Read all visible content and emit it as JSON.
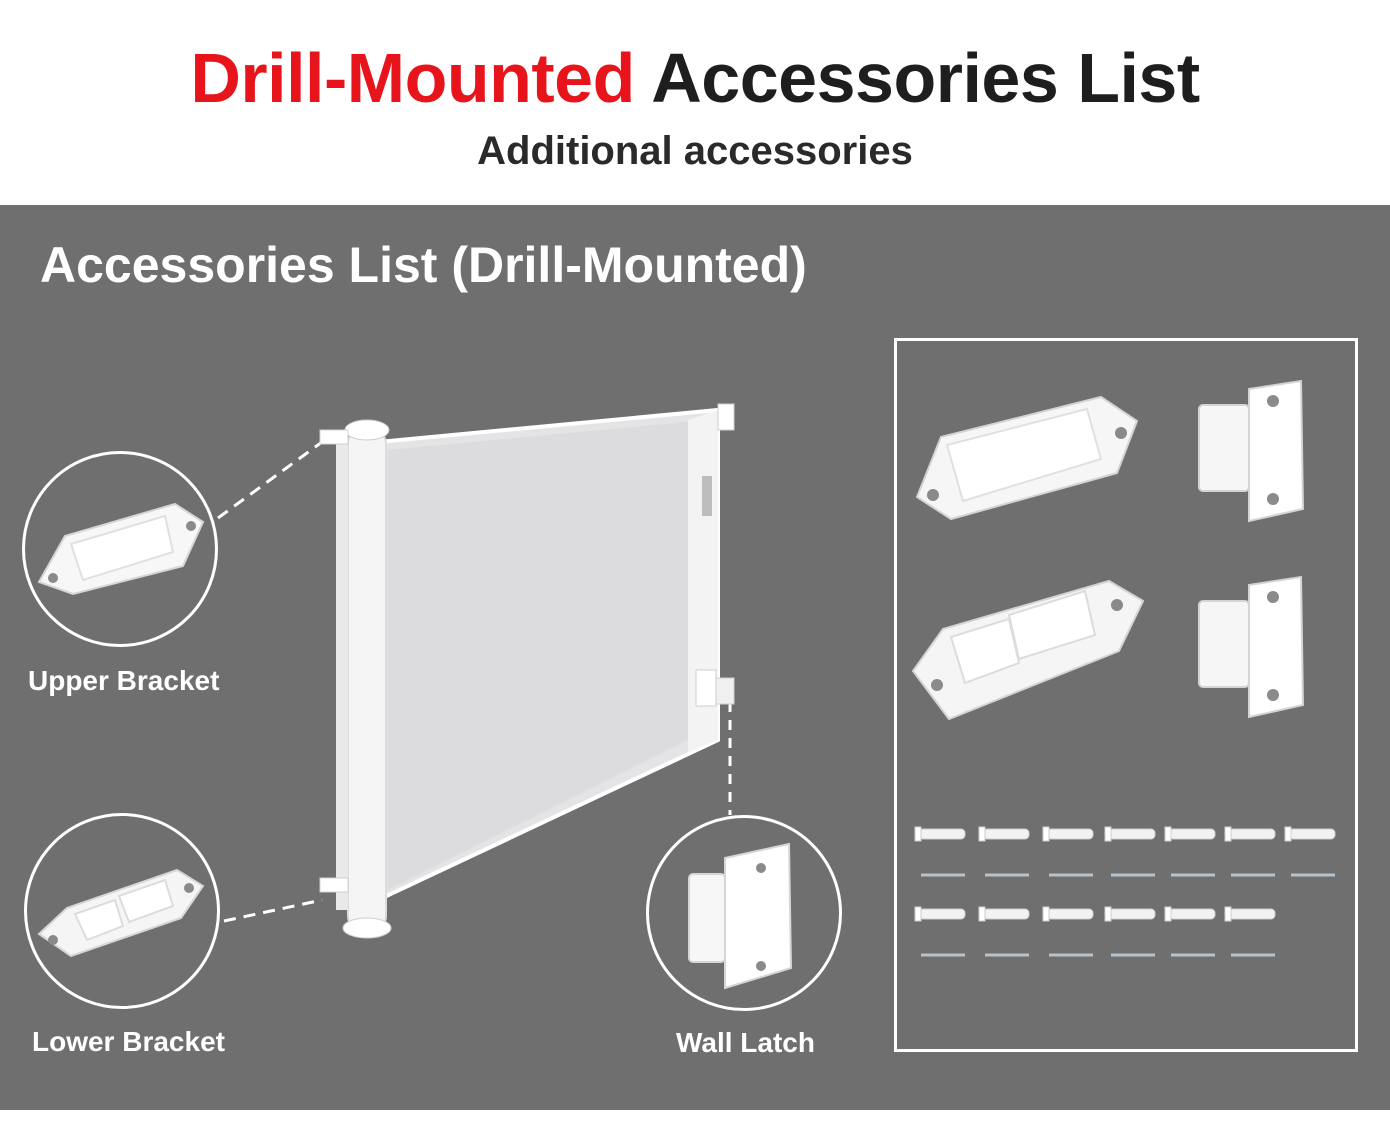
{
  "header": {
    "title_highlight": "Drill-Mounted",
    "title_rest": "Accessories List",
    "subtitle": "Additional accessories"
  },
  "panel": {
    "title": "Accessories List (Drill-Mounted)"
  },
  "callouts": {
    "upper_bracket": "Upper Bracket",
    "lower_bracket": "Lower Bracket",
    "wall_latch": "Wall Latch"
  },
  "colors": {
    "accent_red": "#e8141c",
    "panel_gray": "#6f6f6f",
    "title_dark": "#1e1e1e"
  }
}
